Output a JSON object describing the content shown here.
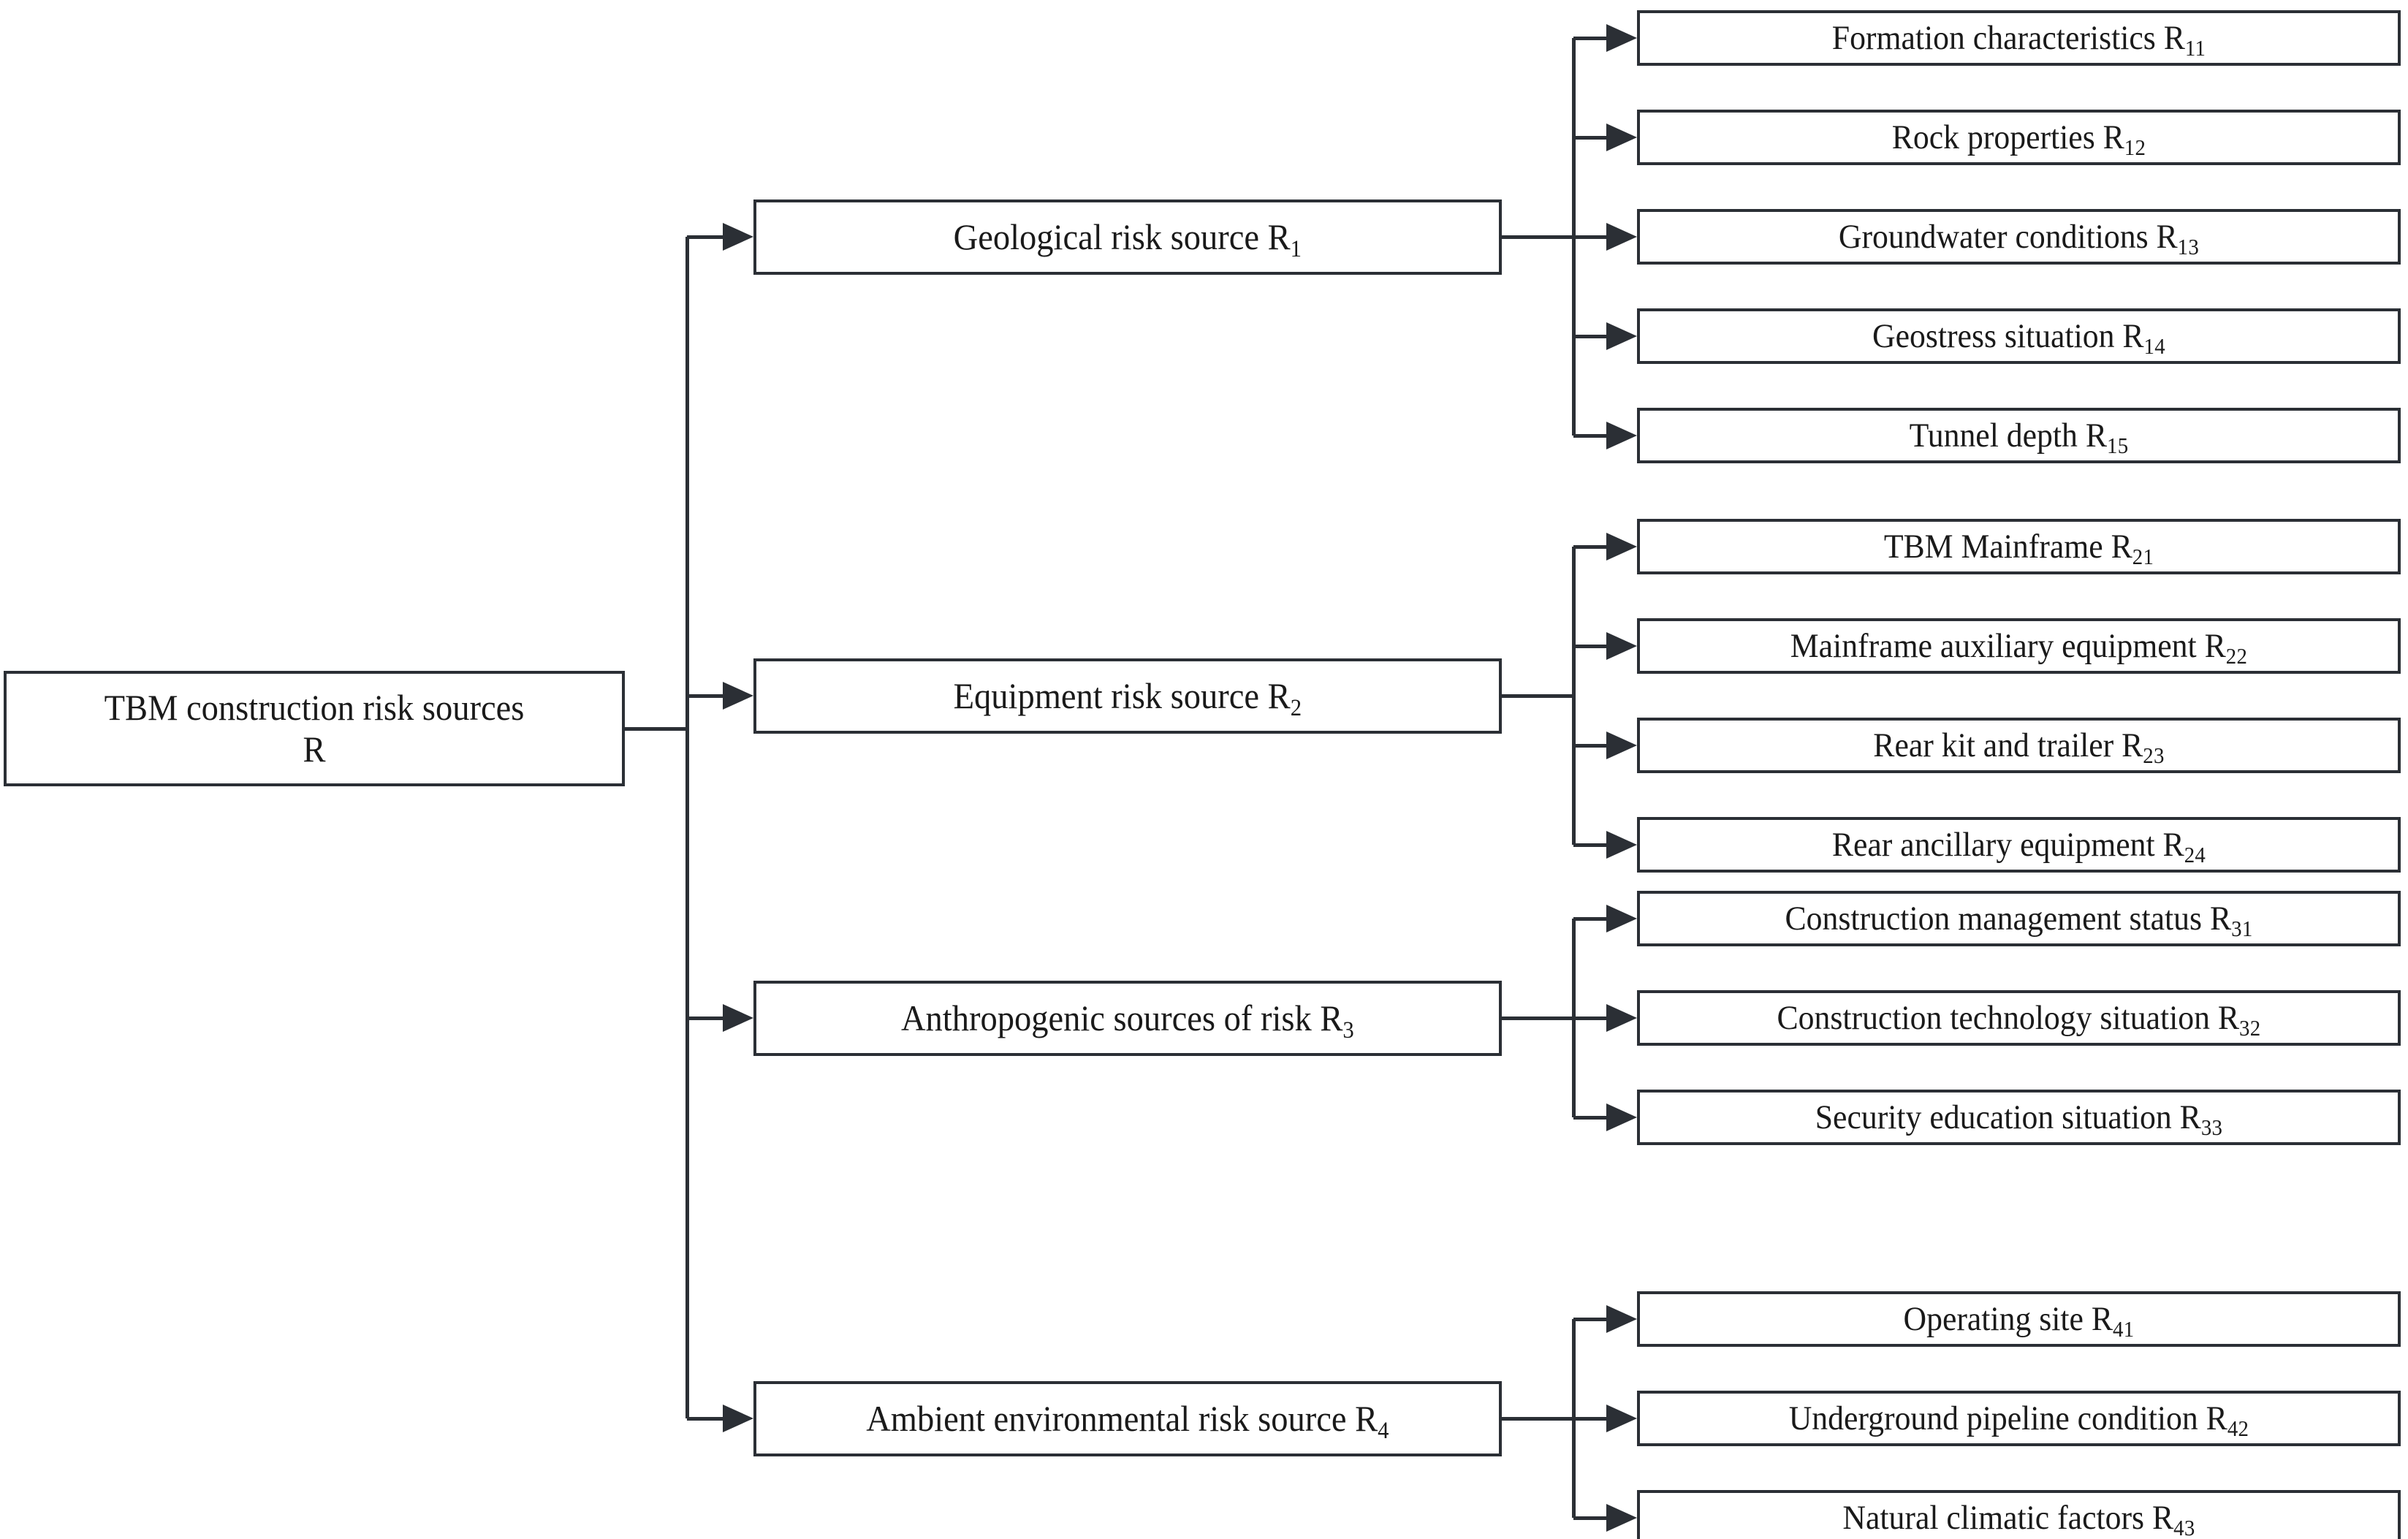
{
  "diagram": {
    "type": "hierarchy-tree",
    "title": "TBM construction risk sources hierarchy",
    "colors": {
      "line": "#2b2f35",
      "box_border": "#2b2f35",
      "box_fill": "#ffffff",
      "text": "#1a1a1a",
      "background": "#ffffff"
    },
    "root": {
      "id": "R",
      "label_line1": "TBM construction risk sources",
      "label_line2": "R",
      "code": "R"
    },
    "level2": [
      {
        "id": "R1",
        "label": "Geological risk source R",
        "code": "1",
        "children": [
          {
            "id": "R11",
            "label": "Formation characteristics R",
            "code": "11"
          },
          {
            "id": "R12",
            "label": "Rock properties R",
            "code": "12"
          },
          {
            "id": "R13",
            "label": "Groundwater conditions R",
            "code": "13"
          },
          {
            "id": "R14",
            "label": "Geostress situation R",
            "code": "14"
          },
          {
            "id": "R15",
            "label": "Tunnel depth R",
            "code": "15"
          }
        ]
      },
      {
        "id": "R2",
        "label": "Equipment risk source R",
        "code": "2",
        "children": [
          {
            "id": "R21",
            "label": "TBM Mainframe R",
            "code": "21"
          },
          {
            "id": "R22",
            "label": "Mainframe auxiliary equipment R",
            "code": "22"
          },
          {
            "id": "R23",
            "label": "Rear kit and trailer R",
            "code": "23"
          },
          {
            "id": "R24",
            "label": "Rear ancillary equipment R",
            "code": "24"
          }
        ]
      },
      {
        "id": "R3",
        "label": "Anthropogenic sources of risk R",
        "code": "3",
        "children": [
          {
            "id": "R31",
            "label": "Construction management status R",
            "code": "31"
          },
          {
            "id": "R32",
            "label": "Construction technology situation R",
            "code": "32"
          },
          {
            "id": "R33",
            "label": "Security education situation R",
            "code": "33"
          }
        ]
      },
      {
        "id": "R4",
        "label": "Ambient environmental risk source R",
        "code": "4",
        "children": [
          {
            "id": "R41",
            "label": "Operating site R",
            "code": "41"
          },
          {
            "id": "R42",
            "label": "Underground pipeline condition R",
            "code": "42"
          },
          {
            "id": "R43",
            "label": "Natural climatic factors R",
            "code": "43"
          }
        ]
      }
    ]
  }
}
